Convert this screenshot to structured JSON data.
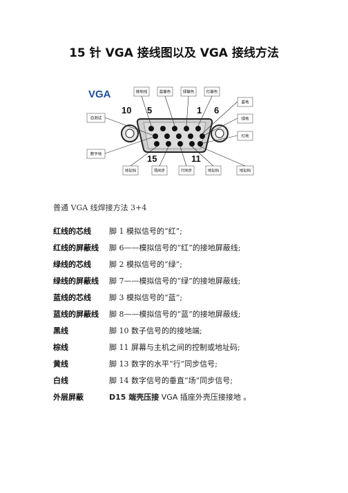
{
  "document": {
    "title": "15 针 VGA 接线图以及 VGA 接线方法"
  },
  "diagram": {
    "logo": "VGA",
    "pin_numbers": {
      "p5": "5",
      "p1": "1",
      "p10": "10",
      "p6": "6",
      "p15": "15",
      "p11": "11"
    },
    "top_labels": [
      "接地线",
      "蓝基色",
      "绿基色",
      "红基色"
    ],
    "right_labels": [
      "蓝地",
      "绿地",
      "红地"
    ],
    "left_labels": [
      "自测试",
      "数字地"
    ],
    "bottom_labels": [
      "地址码",
      "场同步",
      "行同步",
      "地址码",
      "地址码"
    ]
  },
  "intro": "普通 VGA 线焊接方法 3+4",
  "rows": [
    {
      "wire": "红线的芯线",
      "desc": "脚 1 模拟信号的“红”;"
    },
    {
      "wire": "红线的屏蔽线",
      "desc": "脚 6——模拟信号的“红”的接地屏蔽线;"
    },
    {
      "wire": "绿线的芯线",
      "desc": "脚 2 模拟信号的“绿”;"
    },
    {
      "wire": "绿线的屏蔽线",
      "desc": "脚 7——模拟信号的“绿”的接地屏蔽线;"
    },
    {
      "wire": "蓝线的芯线",
      "desc": "脚 3 模拟信号的“蓝”;"
    },
    {
      "wire": "蓝线的屏蔽线",
      "desc": "脚 8——模拟信号的“蓝”的接地屏蔽线;"
    },
    {
      "wire": "黑线",
      "desc": "脚 10 数子信号的的接地端;"
    },
    {
      "wire": "棕线",
      "desc": "脚 11 屏幕与主机之间的控制或地址码;"
    },
    {
      "wire": "黄线",
      "desc": "脚 13 数字的水平“行”同步信号;"
    },
    {
      "wire": "白线",
      "desc": "脚 14 数字信号的垂直“场”同步信号;"
    },
    {
      "wire": "外层屏蔽",
      "desc_bold": "D15 端壳压接",
      "desc": " VGA 插座外壳压接接地 。"
    }
  ]
}
